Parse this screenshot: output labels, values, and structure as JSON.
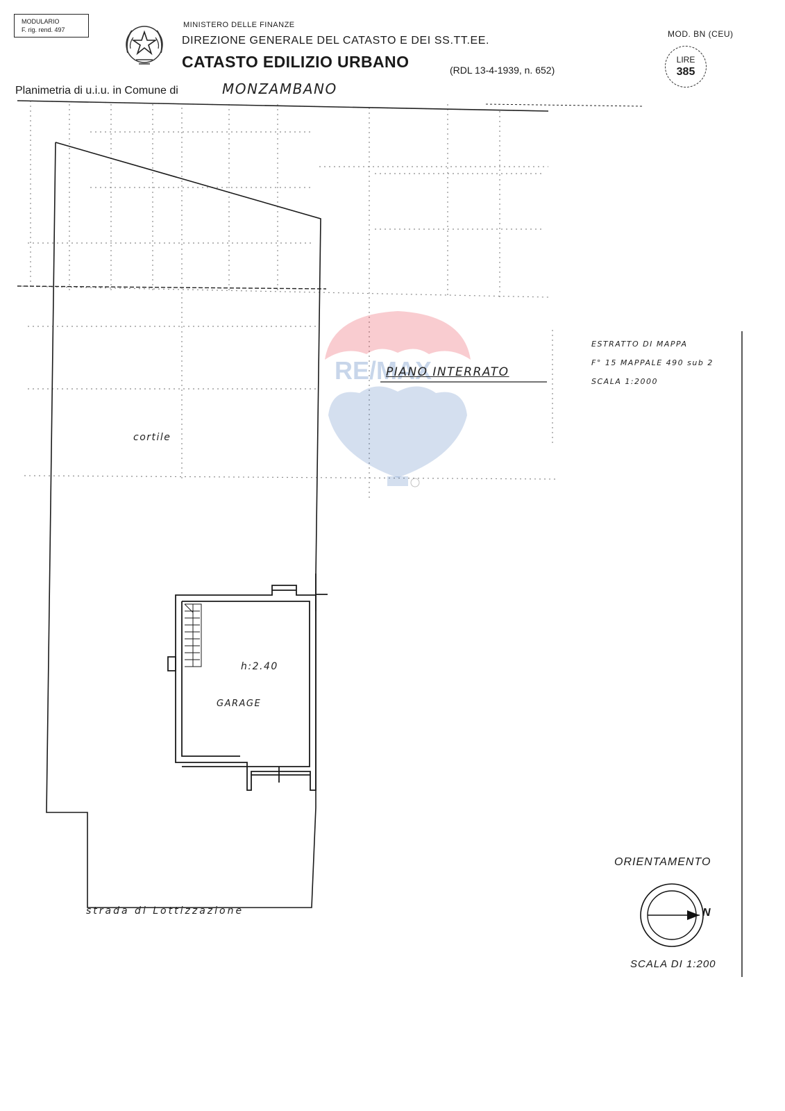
{
  "header": {
    "modular_line1": "MODULARIO",
    "modular_line2": "F. rig. rend. 497",
    "ministry": "MINISTERO DELLE FINANZE",
    "direzione": "DIREZIONE GENERALE DEL CATASTO E DEI SS.TT.EE.",
    "catasto": "CATASTO EDILIZIO URBANO",
    "rdl": "(RDL 13-4-1939, n. 652)",
    "mod": "MOD. BN (CEU)",
    "lire_label": "LIRE",
    "lire_value": "385"
  },
  "planimetria": {
    "label": "Planimetria di u.i.u. in Comune di",
    "comune": "MONZAMBANO"
  },
  "plan": {
    "floor_label": "PIANO INTERRATO",
    "cortile": "cortile",
    "height": "h:2.40",
    "garage": "GARAGE",
    "strada": "strada di Lottizzazione"
  },
  "estratto": {
    "line1": "ESTRATTO DI MAPPA",
    "line2": "F° 15 MAPPALE 490 sub 2",
    "line3": "SCALA 1:2000"
  },
  "orientation": {
    "label": "ORIENTAMENTO",
    "north": "N",
    "scale": "SCALA DI 1:200"
  },
  "colors": {
    "line": "#1a1a1a",
    "dot": "#8c8c8c",
    "remax_red": "#e8394a",
    "remax_blue": "#3d6fb6"
  }
}
